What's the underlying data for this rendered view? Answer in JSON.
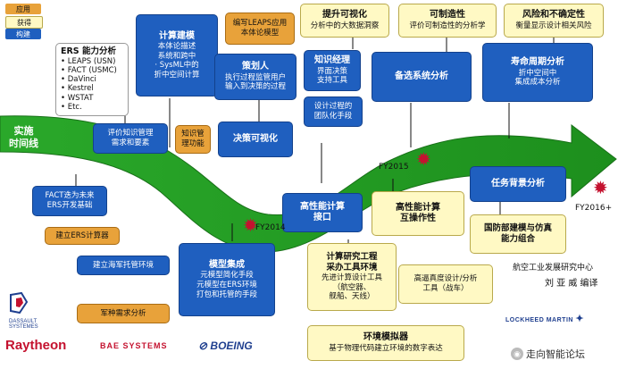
{
  "legend": {
    "apply": "应用",
    "obtain": "获得",
    "build": "构建"
  },
  "arrow_label": {
    "line1": "实施",
    "line2": "时间线"
  },
  "ers": {
    "title": "ERS 能力分析",
    "items": [
      "• LEAPS (USN)",
      "• FACT (USMC)",
      "• DaVinci",
      "• Kestrel",
      "• WSTAT",
      "• Etc."
    ]
  },
  "boxes": {
    "compute_build": {
      "title": "计算建模",
      "body": "本体论描述\n系统和跨中\n· SysML中的\n折中空间计算"
    },
    "leaps_app": "编写LEAPS应用\n本体论模型",
    "planner": {
      "title": "策划人",
      "body": "执行过程监管用户\n输入到决策的过程"
    },
    "knowledge_mgmt_top": {
      "title": "知识经理",
      "body": "界面决策\n支持工具"
    },
    "design_team": "设计过程的\n团队化手段",
    "eval_knowledge": "评价知识管理\n需求和要素",
    "knowledge_mgmt_small": "知识管\n理功能",
    "decision_visual": "决策可视化",
    "fact_ers": "FACT迭为未来\nERS开发基础",
    "build_ers": "建立ERS计算器",
    "build_naval": "建立海军托管环境",
    "vehicle_req": "军种需求分析",
    "model_integ": {
      "title": "模型集成",
      "body": "元模型简化手段\n元模型在ERS环境\n打包和托管的手段"
    },
    "hpc_port": "高性能计算\n接口",
    "hpc_interop": "高性能计算\n互操作性",
    "tool_env": {
      "title": "计算研究工程\n采办工具环境",
      "body": "先进计算设计工具\n（航空器、\n舰船、天线）"
    },
    "hifi_design": "高逼真度设计/分析\n工具（战车）",
    "env_sim": {
      "title": "环境模拟器",
      "body": "基于物理代码建立环境的数字表达"
    },
    "prep_system": "备选系统分析",
    "lifecycle": {
      "title": "寿命周期分析",
      "body": "折中空间中\n集成成本分析"
    },
    "mission_bg": "任务背景分析",
    "defense_model": "国防部建模与仿真\n能力组合"
  },
  "top": {
    "vis": {
      "title": "提升可视化",
      "body": "分析中的大数据洞察"
    },
    "mfg": {
      "title": "可制造性",
      "body": "评价可制造性的分析学"
    },
    "risk": {
      "title": "风险和不确定性",
      "body": "衡量显示设计相关风险"
    }
  },
  "milestones": {
    "fy2014": "FY2014",
    "fy2015": "FY2015",
    "fy2016": "FY2016+"
  },
  "credit": {
    "line1": "航空工业发展研究中心",
    "line2": "刘 亚 威 编译"
  },
  "logos": {
    "dassault": "DASSAULT\nSYSTEMES",
    "raytheon": "Raytheon",
    "bae": "BAE SYSTEMS",
    "boeing": "BOEING",
    "lockheed": "LOCKHEED MARTIN"
  },
  "watermark": "走向智能论坛",
  "colors": {
    "blue": "#1f5fbf",
    "arrow_green": "#1e9b1e",
    "yellow": "#fff9c4",
    "orange": "#e8a23a",
    "star": "#c4122f"
  }
}
